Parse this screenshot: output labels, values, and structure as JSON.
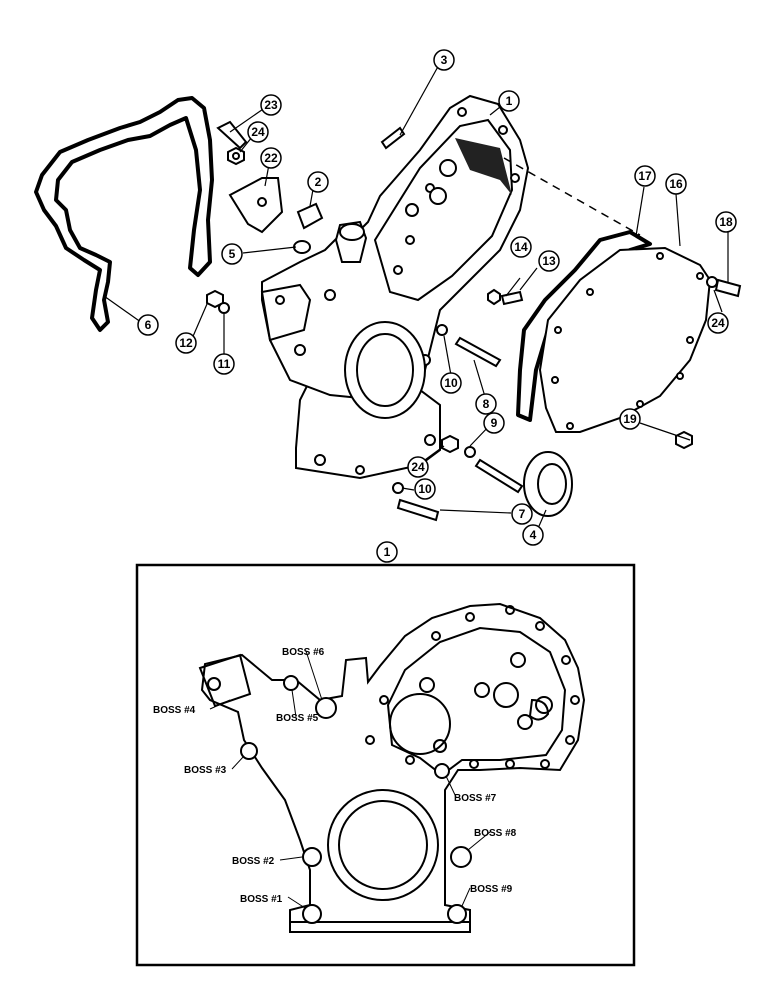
{
  "callouts": [
    {
      "id": "c1",
      "label": "1"
    },
    {
      "id": "c2",
      "label": "2"
    },
    {
      "id": "c3",
      "label": "3"
    },
    {
      "id": "c4",
      "label": "4"
    },
    {
      "id": "c5",
      "label": "5"
    },
    {
      "id": "c6",
      "label": "6"
    },
    {
      "id": "c7",
      "label": "7"
    },
    {
      "id": "c8",
      "label": "8"
    },
    {
      "id": "c9",
      "label": "9"
    },
    {
      "id": "c10a",
      "label": "10"
    },
    {
      "id": "c10b",
      "label": "10"
    },
    {
      "id": "c11",
      "label": "11"
    },
    {
      "id": "c12",
      "label": "12"
    },
    {
      "id": "c13",
      "label": "13"
    },
    {
      "id": "c14",
      "label": "14"
    },
    {
      "id": "c16",
      "label": "16"
    },
    {
      "id": "c17",
      "label": "17"
    },
    {
      "id": "c18",
      "label": "18"
    },
    {
      "id": "c19",
      "label": "19"
    },
    {
      "id": "c22",
      "label": "22"
    },
    {
      "id": "c23",
      "label": "23"
    },
    {
      "id": "c24a",
      "label": "24"
    },
    {
      "id": "c24b",
      "label": "24"
    },
    {
      "id": "c24c",
      "label": "24"
    }
  ],
  "detail": {
    "callout": "1",
    "bosses": [
      "BOSS #1",
      "BOSS #2",
      "BOSS #3",
      "BOSS #4",
      "BOSS #5",
      "BOSS #6",
      "BOSS #7",
      "BOSS #8",
      "BOSS #9"
    ]
  }
}
